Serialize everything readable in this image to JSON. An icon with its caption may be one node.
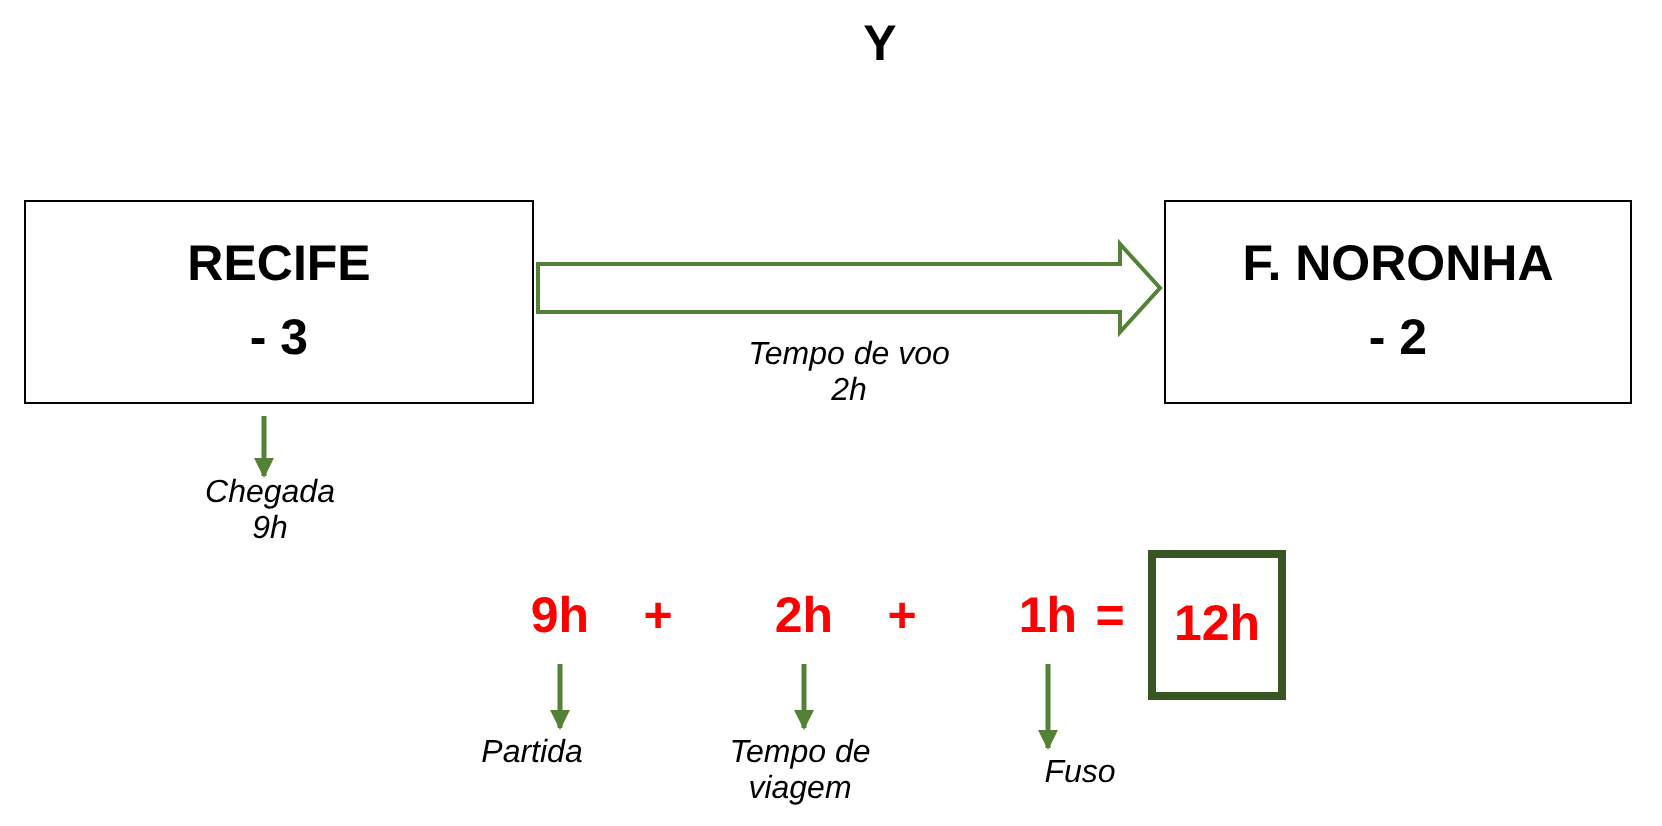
{
  "diagram": {
    "title": "Y",
    "nodes": [
      {
        "text": [
          "RECIFE",
          "- 3"
        ]
      },
      {
        "text": [
          "F. NORONHA",
          "- 2"
        ]
      },
      {
        "text": [
          "Chegada 9h"
        ]
      },
      {
        "text": [
          "9h"
        ]
      },
      {
        "text": [
          "2h"
        ]
      },
      {
        "text": [
          "1h"
        ]
      },
      {
        "text": [
          "12h"
        ]
      },
      {
        "text": [
          "Partida"
        ]
      },
      {
        "text": [
          "Tempo de viagem"
        ]
      },
      {
        "text": [
          "Fuso"
        ]
      }
    ],
    "edges": [
      {
        "from": 0,
        "to": 1,
        "arrow": "to",
        "label": "Tempo de voo 2h"
      },
      {
        "from": 0,
        "to": 2,
        "arrow": "to"
      },
      {
        "from": 3,
        "to": 7,
        "arrow": "to"
      },
      {
        "from": 4,
        "to": 8,
        "arrow": "to"
      },
      {
        "from": 5,
        "to": 9,
        "arrow": "to"
      }
    ],
    "labels": [
      "+",
      "+",
      "="
    ]
  }
}
